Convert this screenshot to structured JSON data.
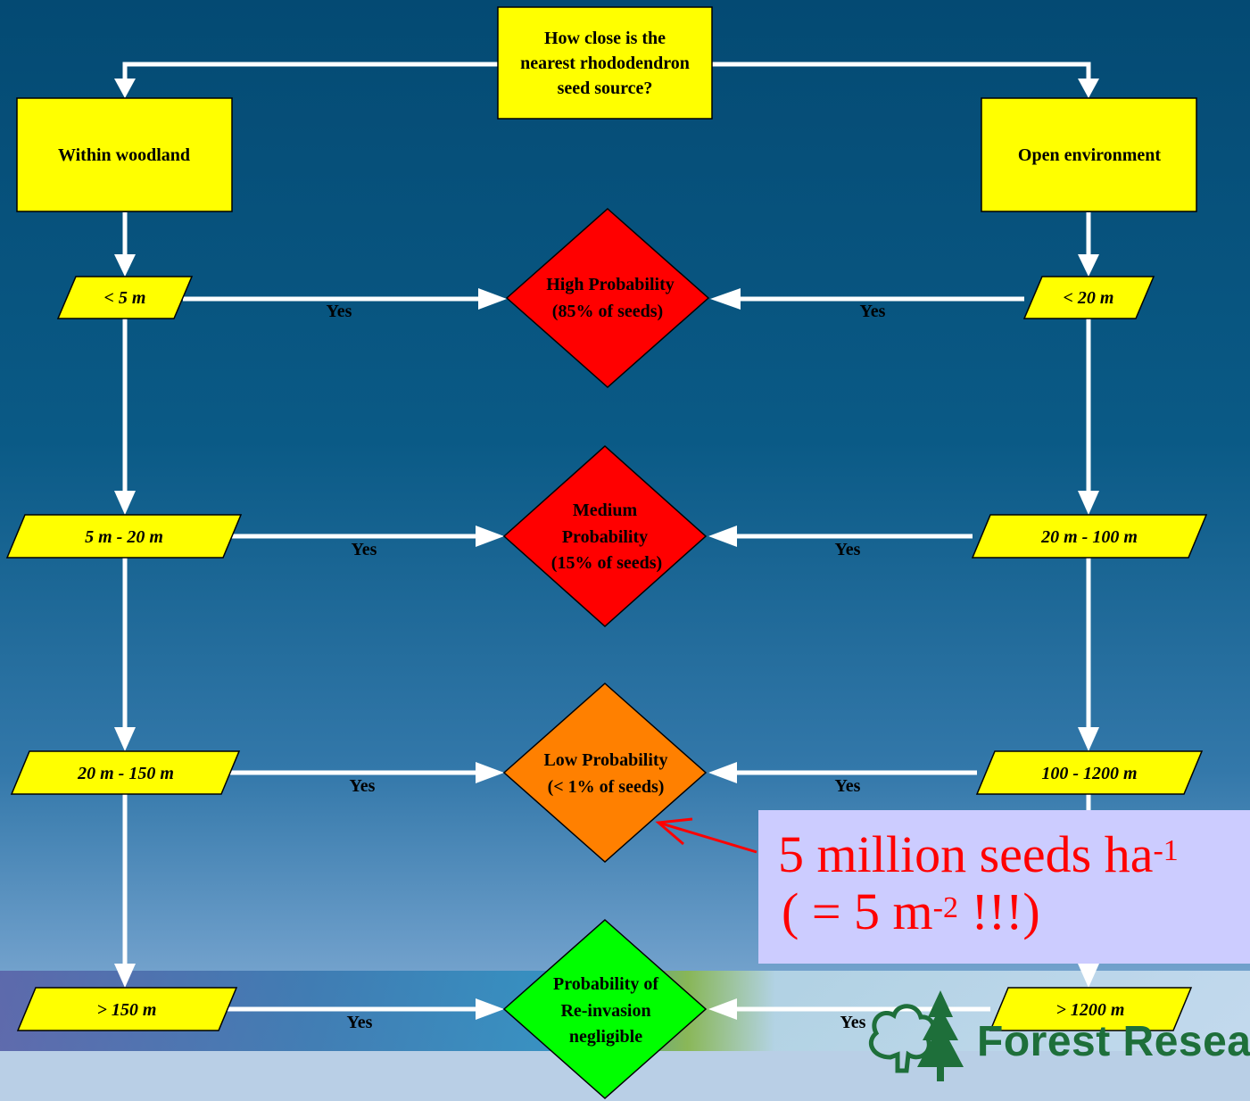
{
  "question": {
    "line1": "How close is the",
    "line2": "nearest rhododendron",
    "line3": "seed source?"
  },
  "branches": {
    "left": "Within woodland",
    "right": "Open environment"
  },
  "distances": {
    "left": [
      "< 5 m",
      "5 m - 20 m",
      "20 m - 150 m",
      "> 150 m"
    ],
    "right": [
      "< 20 m",
      "20 m - 100 m",
      "100 - 1200 m",
      "> 1200 m"
    ]
  },
  "yes_label": "Yes",
  "outcomes": [
    {
      "lines": [
        "High Probability",
        "(85% of seeds)"
      ],
      "color": "#ff0000"
    },
    {
      "lines": [
        "Medium",
        "Probability",
        "(15% of seeds)"
      ],
      "color": "#ff0000"
    },
    {
      "lines": [
        "Low Probability",
        "(< 1% of seeds)"
      ],
      "color": "#ff8000"
    },
    {
      "lines": [
        "Probability of",
        "Re-invasion",
        "negligible"
      ],
      "color": "#00ff00"
    }
  ],
  "callout": {
    "line1": "5 million seeds ha",
    "line1_sup": "-1",
    "line2_pre": "( = 5 m",
    "line2_sup": "-2",
    "line2_post": " !!!)"
  },
  "logo": {
    "text": "Forest Resear"
  },
  "colors": {
    "box_fill": "#ffff00",
    "arrow": "#ffffff",
    "callout_bg": "#ccccff",
    "callout_text": "#ff0000",
    "logo_green": "#1e6f3a"
  }
}
